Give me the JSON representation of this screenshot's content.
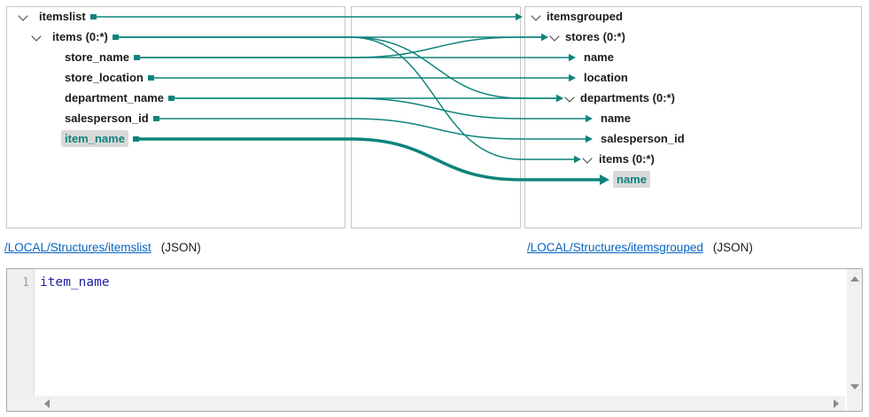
{
  "colors": {
    "mapping_teal": "#0f837c",
    "link_blue": "#0563c1",
    "code_text": "#1f1fa8",
    "highlight_bg": "#d9d9d9"
  },
  "source_panel": {
    "rows": [
      {
        "label": "itemslist",
        "level": 0,
        "expandable": true,
        "highlighted": false
      },
      {
        "label": "items (0:*)",
        "level": 1,
        "expandable": true,
        "highlighted": false
      },
      {
        "label": "store_name",
        "level": 2,
        "expandable": false,
        "highlighted": false
      },
      {
        "label": "store_location",
        "level": 2,
        "expandable": false,
        "highlighted": false
      },
      {
        "label": "department_name",
        "level": 2,
        "expandable": false,
        "highlighted": false
      },
      {
        "label": "salesperson_id",
        "level": 2,
        "expandable": false,
        "highlighted": false
      },
      {
        "label": "item_name",
        "level": 2,
        "expandable": false,
        "highlighted": true
      }
    ]
  },
  "target_panel": {
    "rows": [
      {
        "label": "itemsgrouped",
        "expandable": true,
        "highlighted": false
      },
      {
        "label": "stores (0:*)",
        "expandable": true,
        "highlighted": false
      },
      {
        "label": "name",
        "expandable": false,
        "highlighted": false
      },
      {
        "label": "location",
        "expandable": false,
        "highlighted": false
      },
      {
        "label": "departments (0:*)",
        "expandable": true,
        "highlighted": false
      },
      {
        "label": "name",
        "expandable": false,
        "highlighted": false
      },
      {
        "label": "salesperson_id",
        "expandable": false,
        "highlighted": false
      },
      {
        "label": "items (0:*)",
        "expandable": true,
        "highlighted": false
      },
      {
        "label": "name",
        "expandable": false,
        "highlighted": true
      }
    ]
  },
  "mappings": [
    {
      "from_index": 0,
      "to_index": 0,
      "thick": false
    },
    {
      "from_index": 1,
      "to_index": 1,
      "thick": false
    },
    {
      "from_index": 2,
      "to_index": 1,
      "thick": false
    },
    {
      "from_index": 2,
      "to_index": 2,
      "thick": false
    },
    {
      "from_index": 3,
      "to_index": 3,
      "thick": false
    },
    {
      "from_index": 1,
      "to_index": 4,
      "thick": false
    },
    {
      "from_index": 4,
      "to_index": 4,
      "thick": false
    },
    {
      "from_index": 4,
      "to_index": 5,
      "thick": false
    },
    {
      "from_index": 5,
      "to_index": 6,
      "thick": false
    },
    {
      "from_index": 1,
      "to_index": 7,
      "thick": false
    },
    {
      "from_index": 6,
      "to_index": 8,
      "thick": true
    }
  ],
  "footer_links": {
    "source": {
      "text": "/LOCAL/Structures/itemslist",
      "format": "(JSON)"
    },
    "target": {
      "text": "/LOCAL/Structures/itemsgrouped",
      "format": "(JSON)"
    }
  },
  "editor": {
    "line_number": "1",
    "content": "item_name"
  }
}
